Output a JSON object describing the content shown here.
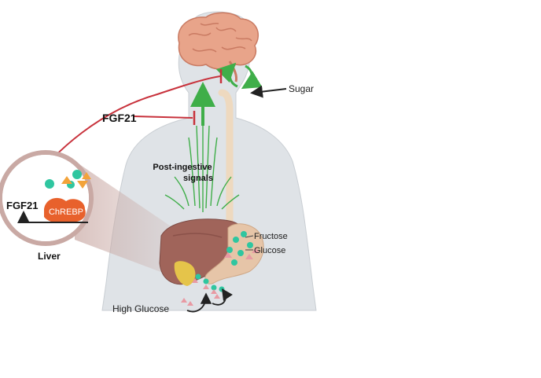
{
  "labels": {
    "sugar": "Sugar",
    "fgf21_top": "FGF21",
    "post_ingestive_line1": "Post-ingestive",
    "post_ingestive_line2": "signals",
    "fgf21_inset": "FGF21",
    "chrebp": "ChREBP",
    "liver": "Liver",
    "fructose": "Fructose",
    "glucose": "Glucose",
    "high_glucose": "High Glucose"
  },
  "colors": {
    "body": "#dfe3e7",
    "body_outline": "#c9ced3",
    "brain": "#e8a48a",
    "brain_fold": "#c97a62",
    "esophagus": "#eed9bf",
    "liver": "#a0645a",
    "stomach": "#e6c5a8",
    "gallbladder": "#e5c44a",
    "inhibit_red": "#c8323c",
    "signal_green": "#3fae49",
    "chrebp_orange": "#e8612c",
    "molecule_teal": "#2fc6a0",
    "molecule_orange": "#f3a33a",
    "molecule_pink": "#e89aa3",
    "arrow_dark": "#222222"
  }
}
